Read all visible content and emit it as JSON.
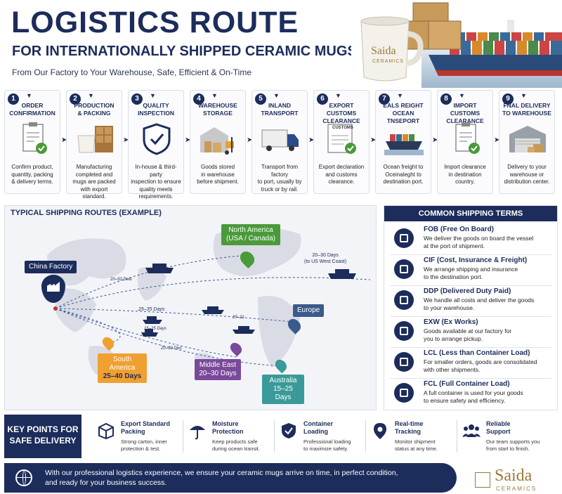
{
  "header": {
    "title": "LOGISTICS ROUTE",
    "subtitle_line": "FOR INTERNATIONALLY SHIPPED CERAMIC MUGS",
    "tagline": "From Our Factory to Your Warehouse, Safe, Efficient & On-Time",
    "mug_brand": "Saida",
    "mug_brand_sub": "CERAMICS"
  },
  "steps": [
    {
      "num": "1",
      "title1": "ORDER",
      "title2": "CONFIRMATION",
      "icon": "clipboard-check-icon",
      "desc": [
        "Confirm product,",
        "quantity, packing",
        "& delivery terms."
      ]
    },
    {
      "num": "2",
      "title1": "PRODUCTION",
      "title2": "& PACKING",
      "icon": "mug-cartons-icon",
      "desc": [
        "Manufacturing",
        "completed and",
        "mugs are packed",
        "with export standard."
      ]
    },
    {
      "num": "3",
      "title1": "QUALITY",
      "title2": "INSPECTION",
      "icon": "shield-check-icon",
      "desc": [
        "In-house & third-party",
        "inspection to ensure",
        "quality meets",
        "requirements."
      ]
    },
    {
      "num": "4",
      "title1": "WAREHOUSE",
      "title2": "STORAGE",
      "icon": "warehouse-forklift-icon",
      "desc": [
        "Goods stored",
        "in warehouse",
        "before shipment."
      ]
    },
    {
      "num": "5",
      "title1": "INLAND",
      "title2": "TRANSPORT",
      "icon": "truck-icon",
      "desc": [
        "Transport from factory",
        "to port, usually by",
        "truck or by rail."
      ]
    },
    {
      "num": "6",
      "title1": "EXPORT",
      "title2": "CUSTOMS CLEARANCE",
      "icon": "customs-document-icon",
      "desc": [
        "Export declaration",
        "and customs",
        "clearance."
      ]
    },
    {
      "num": "7",
      "title1": "EALS REIGHT",
      "title2": "OCEAN TNSEPORT",
      "icon": "cargo-ship-icon",
      "desc": [
        "Ocean freight to",
        "Oceinaleght to",
        "destination port."
      ]
    },
    {
      "num": "8",
      "title1": "IMPORT",
      "title2": "CUSTOMS CLEARANCE",
      "icon": "clipboard-check-icon",
      "desc": [
        "Import clearance",
        "in destination",
        "country."
      ]
    },
    {
      "num": "9",
      "title1": "FNAL DELIVERY",
      "title2": "TO WAREHOUSE",
      "icon": "warehouse-boxes-icon",
      "desc": [
        "Delivery to your",
        "warehouse or",
        "distribution center."
      ]
    }
  ],
  "customs_doc_label": "CUSTOMS",
  "routes": {
    "title": "TYPICAL SHIPPING ROUTES (EXAMPLE)",
    "origin": "China Factory",
    "north_america": {
      "name": "North America",
      "sub": "(USA / Canada)"
    },
    "us_days": {
      "line1": "20–30 Days",
      "line2": "(to US West Coast)"
    },
    "europe": "Europe",
    "south_america": {
      "name": "South America",
      "days": "25–40 Days"
    },
    "middle_east": {
      "name": "Middle East",
      "days": "20–30 Days"
    },
    "australia": {
      "name": "Australia",
      "days": "15–25 Days"
    },
    "route_labels": [
      "20–50 Dew.",
      "25–35 Days",
      "25–21",
      "15–25 Days",
      "20–30 Dws"
    ]
  },
  "terms": {
    "heading": "COMMON SHIPPING TERMS",
    "items": [
      {
        "name": "FOB (Free On Board)",
        "desc": [
          "We deliver the goods on board the vessel",
          "at the port of shipment."
        ],
        "icon": "ship-icon"
      },
      {
        "name": "CIF (Cost, Insurance & Freight)",
        "desc": [
          "We arrange shipping and insurance",
          "to the destination port."
        ],
        "icon": "shield-icon"
      },
      {
        "name": "DDP (Delivered Duty Paid)",
        "desc": [
          "We handle all costs and deliver the goods",
          "to your warehouse."
        ],
        "icon": "box-icon"
      },
      {
        "name": "EXW (Ex Works)",
        "desc": [
          "Goods available at our factory for",
          "you to arrange pickup."
        ],
        "icon": "factory-icon"
      },
      {
        "name": "LCL (Less than Container Load)",
        "desc": [
          "For smaller orders, goods are consolidated",
          "with other shipments."
        ],
        "icon": "container-icon"
      },
      {
        "name": "FCL (Full Container Load)",
        "desc": [
          "A full container is used for your goods",
          "to ensure safety and efficiency."
        ],
        "icon": "container-icon"
      }
    ]
  },
  "key_points": {
    "heading1": "KEY POINTS FOR",
    "heading2": "SAFE DELIVERY",
    "items": [
      {
        "name": [
          "Export Standard",
          "Packing"
        ],
        "desc": [
          "Strong carton, inner",
          "protection & test."
        ],
        "icon": "package-icon"
      },
      {
        "name": [
          "Moisture",
          "Protection"
        ],
        "desc": [
          "Keep products safe",
          "during ocean transit."
        ],
        "icon": "umbrella-icon"
      },
      {
        "name": [
          "Container",
          "Loading"
        ],
        "desc": [
          "Professional loading",
          "to maximize safety."
        ],
        "icon": "shield-check-icon"
      },
      {
        "name": [
          "Real-time",
          "Tracking"
        ],
        "desc": [
          "Monitor shipment",
          "status at any time."
        ],
        "icon": "location-pin-icon"
      },
      {
        "name": [
          "Reliable",
          "Support"
        ],
        "desc": [
          "Our team supports you",
          "from start to finish."
        ],
        "icon": "team-icon"
      }
    ]
  },
  "footer": {
    "line1": "With our professional logistics experience, we ensure your ceramic mugs arrive on time, in perfect condition,",
    "line2": "and ready for your business success.",
    "logo_name": "Saida",
    "logo_sub": "CERAMICS"
  },
  "colors": {
    "navy": "#1c2c5b",
    "green": "#4a9a3a",
    "blue": "#3a5a8a",
    "orange": "#f0a030",
    "purple": "#7a4a9a",
    "teal": "#3a9a9a"
  }
}
